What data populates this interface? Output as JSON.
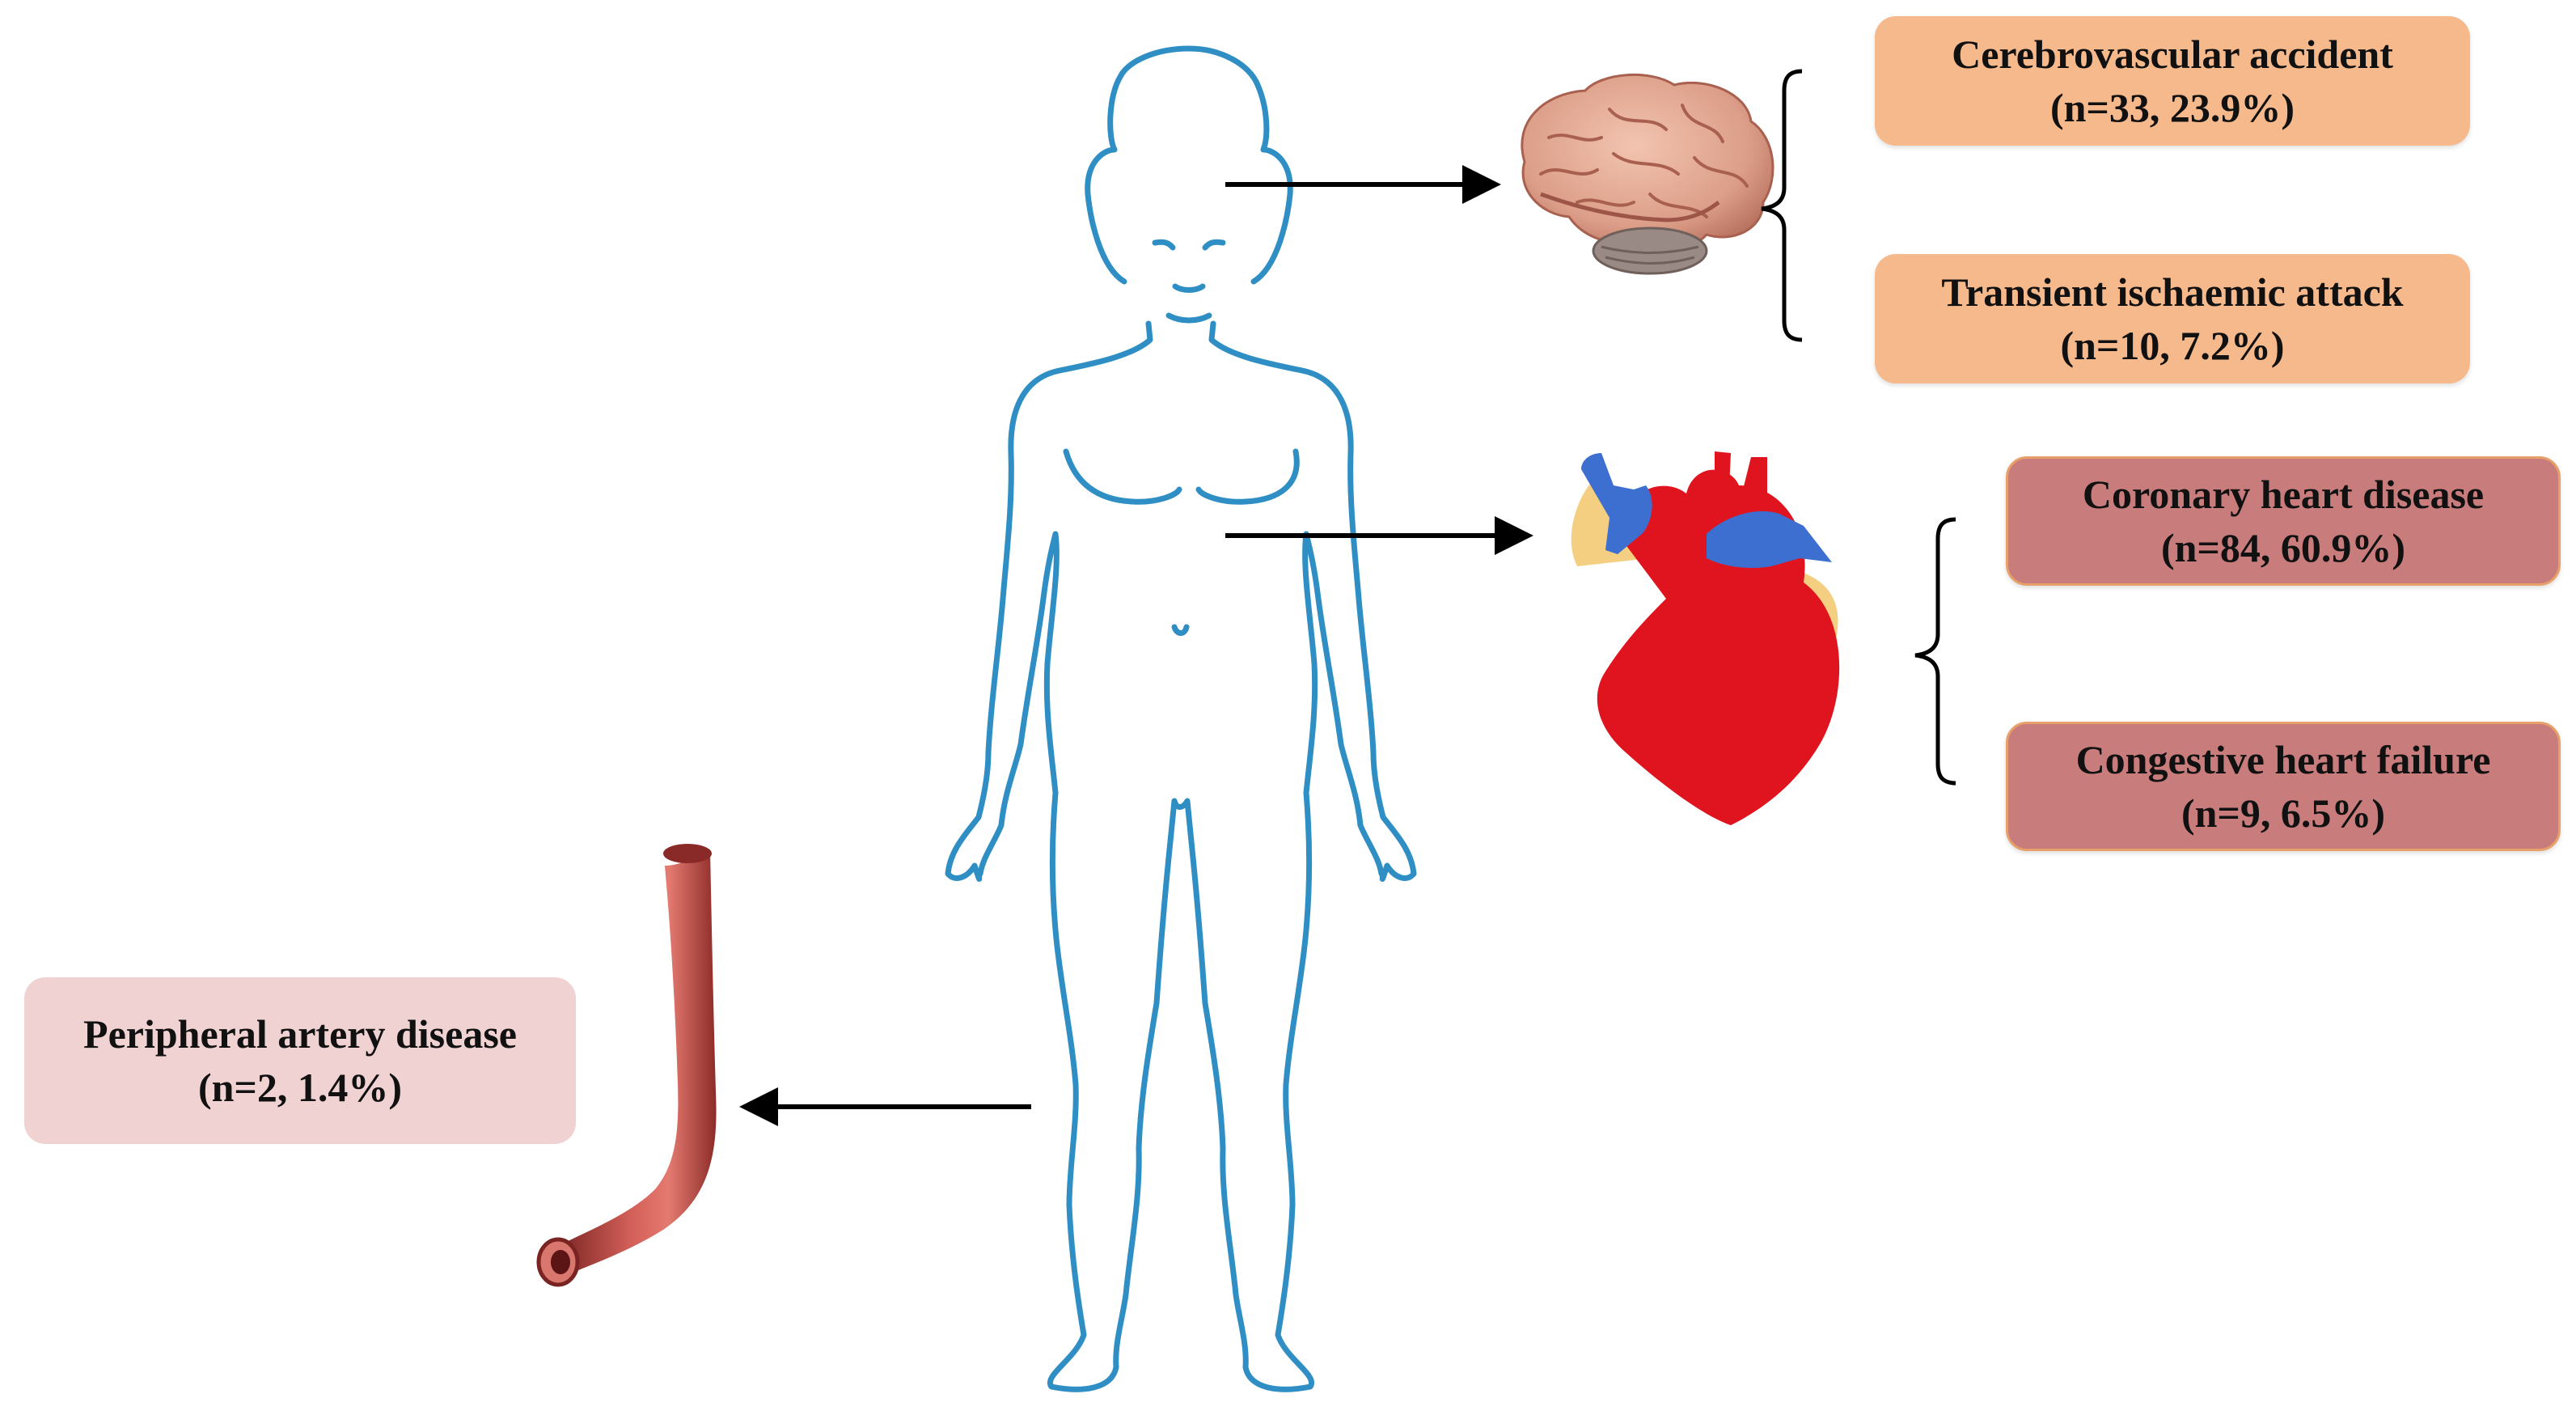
{
  "labels": {
    "cva": {
      "name": "Cerebrovascular accident",
      "stat": "(n=33, 23.9%)"
    },
    "tia": {
      "name": "Transient ischaemic attack",
      "stat": "(n=10, 7.2%)"
    },
    "chd": {
      "name": "Coronary heart disease",
      "stat": "(n=84, 60.9%)"
    },
    "chf": {
      "name": "Congestive heart failure",
      "stat": "(n=9, 6.5%)"
    },
    "pad": {
      "name": "Peripheral artery disease",
      "stat": "(n=2, 1.4%)"
    }
  },
  "icons": {
    "body": "human-body-outline-icon",
    "brain": "brain-icon",
    "heart": "heart-icon",
    "artery": "artery-icon"
  },
  "colors": {
    "body_outline": "#2f8fc4",
    "brain_box": "#f6b98c",
    "heart_box": "#c97c7c",
    "heart_box_border": "#e8a06a",
    "artery_box": "#f0d2d2",
    "heart_red": "#e0141f",
    "heart_blue": "#3d6fd0",
    "heart_yellow": "#f4cf82",
    "artery_red": "#b2413e",
    "arrow": "#000000"
  }
}
